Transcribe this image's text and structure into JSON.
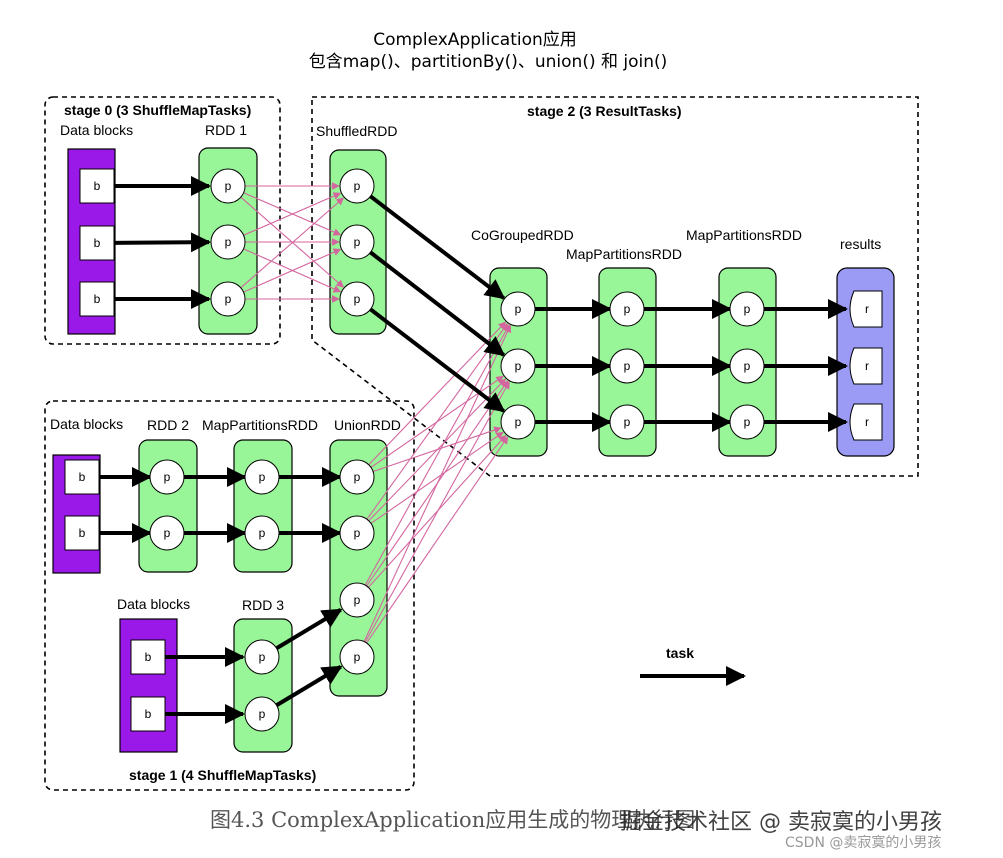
{
  "title": {
    "line1": "ComplexApplication应用",
    "line2": "包含map()、partitionBy()、union() 和 join()"
  },
  "stages": {
    "stage0": "stage 0 (3 ShuffleMapTasks)",
    "stage1": "stage 1 (4 ShuffleMapTasks)",
    "stage2": "stage 2 (3 ResultTasks)"
  },
  "labels": {
    "data_blocks": "Data blocks",
    "rdd1": "RDD 1",
    "rdd2": "RDD 2",
    "rdd3": "RDD 3",
    "map_partitions_rdd": "MapPartitionsRDD",
    "union_rdd": "UnionRDD",
    "shuffled_rdd": "ShuffledRDD",
    "cogrouped_rdd": "CoGroupedRDD",
    "results": "results"
  },
  "node_glyphs": {
    "block": "b",
    "partition": "p",
    "result": "r"
  },
  "legend": {
    "task": "task"
  },
  "caption": "图4.3 ComplexApplication应用生成的物理执行图",
  "watermark": {
    "main": "掘金技术社区 @ 卖寂寞的小男孩",
    "sub": "CSDN @卖寂寞的小男孩"
  },
  "colors": {
    "rdd_fill": "#98f598",
    "block_fill": "#9a19e8",
    "result_fill": "#9b9bf5",
    "shuffle_line": "#d4669f",
    "task_line": "#000000",
    "caption": "#555555"
  }
}
